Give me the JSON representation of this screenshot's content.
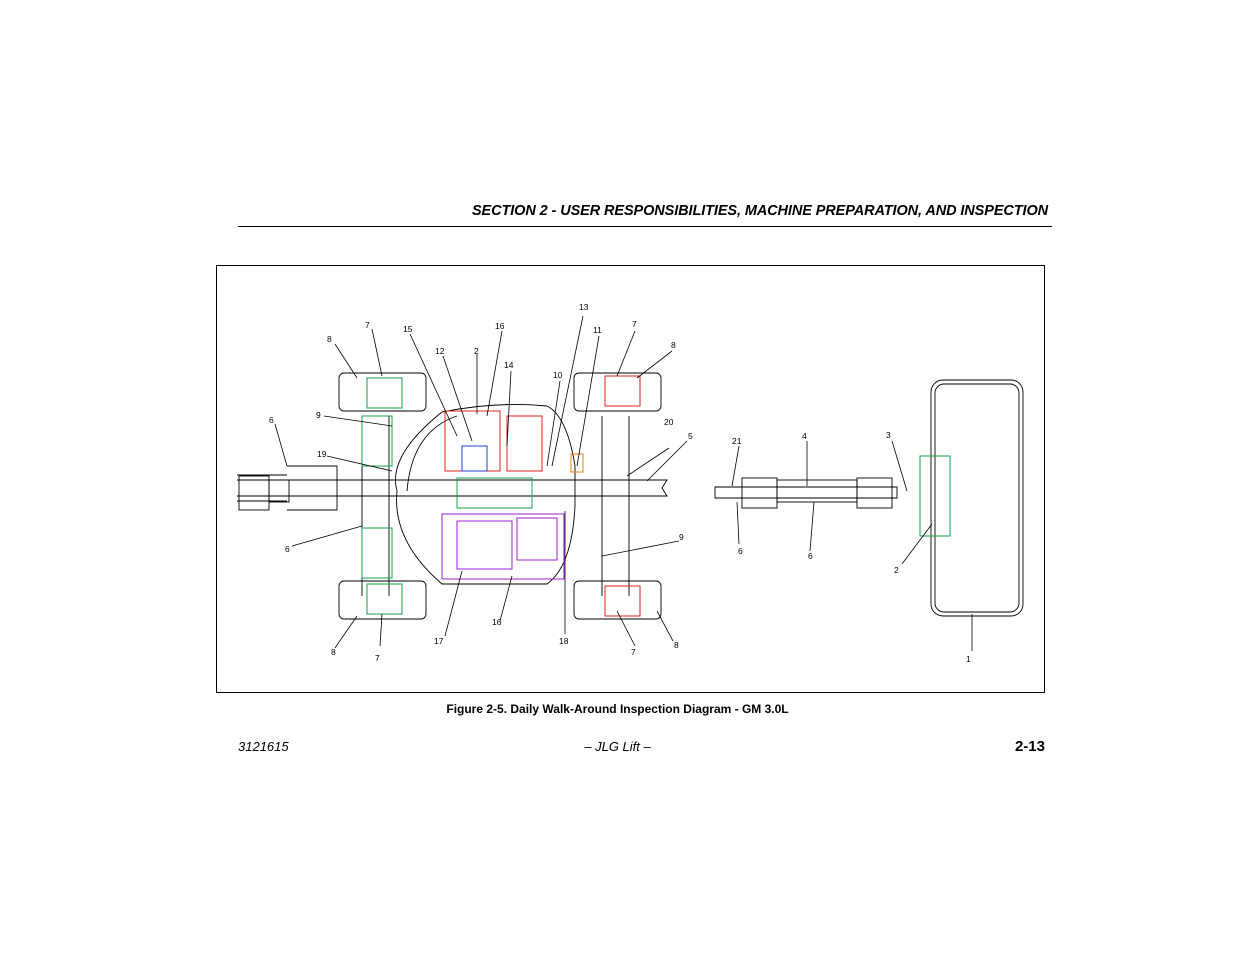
{
  "header": {
    "section_title": "SECTION 2 - USER RESPONSIBILITIES, MACHINE PREPARATION, AND INSPECTION"
  },
  "figure": {
    "caption": "Figure 2-5. Daily Walk-Around Inspection Diagram - GM 3.0L",
    "callouts": [
      "8",
      "7",
      "15",
      "12",
      "2",
      "16",
      "14",
      "13",
      "11",
      "7",
      "8",
      "10",
      "9",
      "6",
      "19",
      "20",
      "5",
      "21",
      "4",
      "3",
      "6",
      "9",
      "6",
      "6",
      "2",
      "8",
      "7",
      "17",
      "16",
      "18",
      "7",
      "8",
      "1"
    ],
    "colors": {
      "green": "#17a24a",
      "red": "#e0201c",
      "purple": "#9b1fd0",
      "blue": "#1f3fd6",
      "orange": "#f07d10",
      "line": "#000000"
    }
  },
  "footer": {
    "doc_number": "3121615",
    "brand": "– JLG Lift –",
    "page_number": "2-13"
  }
}
